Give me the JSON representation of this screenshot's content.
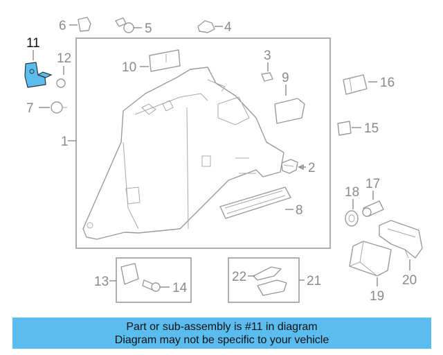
{
  "callouts": {
    "c1": "1",
    "c2": "2",
    "c3": "3",
    "c4": "4",
    "c5": "5",
    "c6": "6",
    "c7": "7",
    "c8": "8",
    "c9": "9",
    "c10": "10",
    "c11": "11",
    "c12": "12",
    "c13": "13",
    "c14": "14",
    "c15": "15",
    "c16": "16",
    "c17": "17",
    "c18": "18",
    "c19": "19",
    "c20": "20",
    "c21": "21",
    "c22": "22"
  },
  "highlight": {
    "part": "11",
    "color": "#5bbcf0"
  },
  "colors": {
    "banner": "#5bbcf0",
    "line_art": "#9a9a9a",
    "text": "#111111"
  },
  "banner": {
    "line1": "Part or sub-assembly is #11 in diagram",
    "line2": "Diagram may not be specific to your vehicle"
  }
}
